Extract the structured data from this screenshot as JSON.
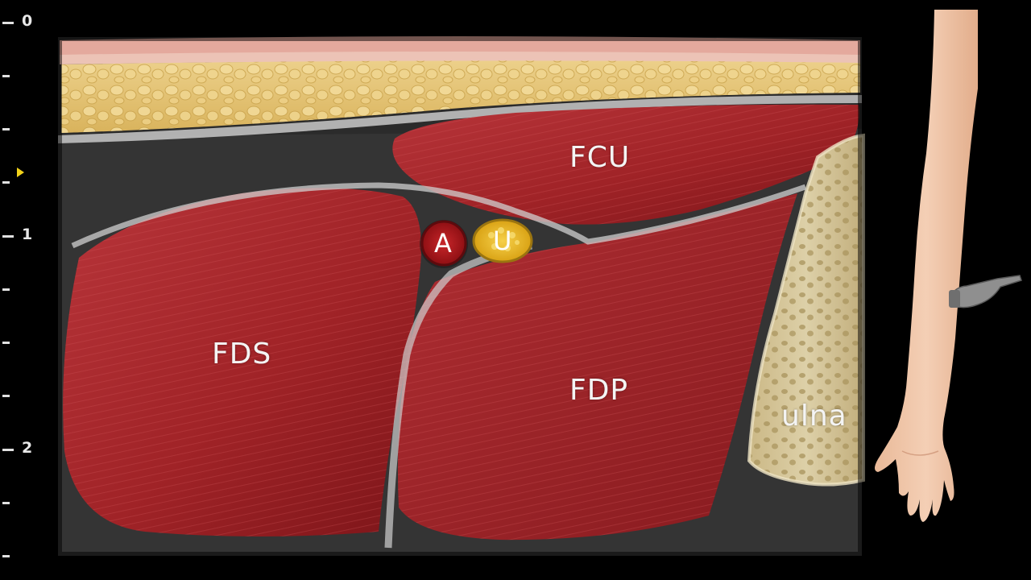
{
  "depth_scale": {
    "labels": [
      "0",
      "1",
      "2"
    ],
    "focus_marker_color": "#f2d21a"
  },
  "structures": {
    "fcu": "FCU",
    "fds": "FDS",
    "fdp": "FDP",
    "ulna": "ulna",
    "artery": "A",
    "nerve": "U"
  },
  "colors": {
    "muscle": "#a32226",
    "fat": "#e3c16a",
    "fascia": "#c9c9c9",
    "bone": "#d8c79a",
    "artery": "#b4161b",
    "nerve": "#f0c21e",
    "skin": "#f0c9b0"
  },
  "icons": {
    "probe": "ultrasound-probe-icon",
    "arm": "forearm-icon"
  }
}
